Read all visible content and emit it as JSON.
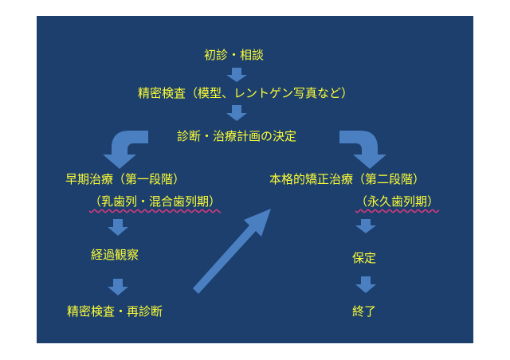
{
  "steps": {
    "consultation": "初診・相談",
    "detailed_exam": "精密検査（模型、レントゲン写真など）",
    "diagnosis": "診断・治療計画の決定",
    "early_treatment": "早期治療（第一段階）",
    "mixed_dentition": "（乳歯列・混合歯列期）",
    "observation": "経過観察",
    "reexam": "精密検査・再診断",
    "full_treatment": "本格的矯正治療（第二段階）",
    "permanent_dentition": "（永久歯列期）",
    "retention": "保定",
    "completion": "終了"
  },
  "colors": {
    "slide_background": "#1c3f6e",
    "text": "#ffff33",
    "arrow": "#4a7fc1",
    "underline": "#e03a7a"
  }
}
